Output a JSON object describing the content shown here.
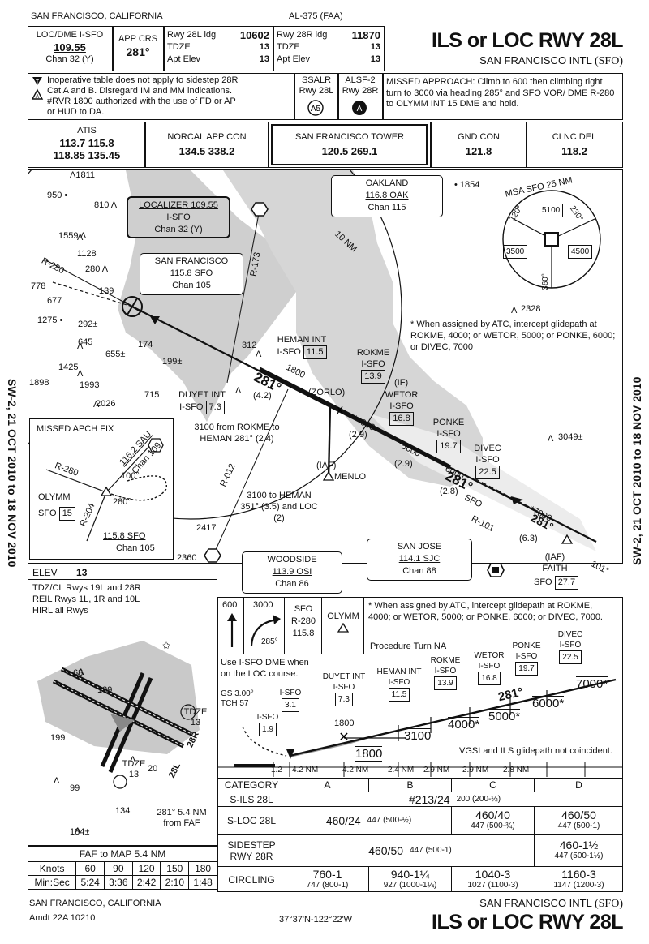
{
  "header": {
    "location": "SAN FRANCISCO, CALIFORNIA",
    "procedure_id": "AL-375 (FAA)",
    "loc_label": "LOC/DME I-SFO",
    "loc_freq": "109.55",
    "loc_chan": "Chan 32 (Y)",
    "app_crs_label": "APP CRS",
    "app_crs": "281°",
    "rwy28l_ldg_label": "Rwy 28L ldg",
    "rwy28l_ldg": "10602",
    "tdze_label": "TDZE",
    "tdze_28l": "13",
    "apt_elev_label": "Apt Elev",
    "apt_elev": "13",
    "rwy28r_ldg_label": "Rwy 28R ldg",
    "rwy28r_ldg": "11870",
    "tdze_28r": "13",
    "apt_elev_2": "13",
    "title": "ILS or LOC RWY 28L",
    "airport": "SAN FRANCISCO INTL",
    "airport_code": "(SFO)"
  },
  "notes": {
    "line1": "Inoperative table does not apply to sidestep 28R",
    "line2": "Cat A and B.  Disregard IM and MM indications.",
    "line3": "#RVR 1800 authorized with the use of FD or AP",
    "line4": "or HUD to DA.",
    "ssalr": "SSALR",
    "ssalr_rwy": "Rwy 28L",
    "alsf": "ALSF-2",
    "alsf_rwy": "Rwy 28R",
    "missed": "MISSED APPROACH: Climb to 600 then climbing right turn to 3000 via heading 285° and SFO VOR/ DME R-280 to OLYMM INT 15 DME and hold."
  },
  "comms": {
    "atis_label": "ATIS",
    "atis_1": "113.7  115.8",
    "atis_2": "118.85  135.45",
    "norcal_label": "NORCAL APP CON",
    "norcal": "134.5  338.2",
    "tower_label": "SAN FRANCISCO TOWER",
    "tower": "120.5  269.1",
    "gnd_label": "GND CON",
    "gnd": "121.8",
    "clnc_label": "CLNC DEL",
    "clnc": "118.2"
  },
  "planview": {
    "localizer_title": "LOCALIZER  109.55",
    "localizer_id": "I-SFO",
    "localizer_chan": "Chan 32 (Y)",
    "sf_title": "SAN FRANCISCO",
    "sf_freq": "115.8  SFO",
    "sf_chan": "Chan 105",
    "oakland_title": "OAKLAND",
    "oakland_freq": "116.8  OAK",
    "oakland_chan": "Chan 115",
    "msa_label": "MSA SFO 25 NM",
    "msa_5100": "5100",
    "msa_3500": "3500",
    "msa_4500": "4500",
    "msa_120": "120°",
    "msa_230": "230°",
    "msa_360": "360°",
    "ring": "10 NM",
    "note_atc": "* When assigned by ATC, intercept glidepath at ROKME, 4000; or WETOR, 5000; or PONKE, 6000; or DIVEC, 7000",
    "heman": "HEMAN INT",
    "heman_id": "I-SFO",
    "heman_dme": "11.5",
    "rokme": "ROKME",
    "rokme_id": "I-SFO",
    "rokme_dme": "13.9",
    "if_label": "(IF)",
    "wetor": "WETOR",
    "wetor_id": "I-SFO",
    "wetor_dme": "16.8",
    "ponke": "PONKE",
    "ponke_id": "I-SFO",
    "ponke_dme": "19.7",
    "divec": "DIVEC",
    "divec_id": "I-SFO",
    "divec_dme": "22.5",
    "duyet": "DUYET INT",
    "duyet_id": "I-SFO",
    "duyet_dme": "7.3",
    "zorlo": "(ZORLO)",
    "iaf_menlo": "(IAF)",
    "menlo": "MENLO",
    "rokme_heman": "3100 from ROKME to HEMAN 281° (2.4)",
    "heman_3100": "3100 to HEMAN 351° (3.5) and LOC (2)",
    "r173": "R-173",
    "r280": "R-280",
    "r012": "R-012",
    "r101": "R-101",
    "sfo_label": "SFO",
    "crs_281a": "281°",
    "crs_281b": "281°",
    "crs_281c": "281°",
    "dist_42": "(4.2)",
    "dist_29a": "(2.9)",
    "dist_29b": "(2.9)",
    "dist_28": "(2.8)",
    "dist_63": "(6.3)",
    "alt_1800": "1800",
    "alt_4000": "*4000",
    "alt_5000": "*5000",
    "alt_6000": "*6000",
    "alt_7000": "*7000",
    "woodside_title": "WOODSIDE",
    "woodside_freq": "113.9  OSI",
    "woodside_chan": "Chan 86",
    "sanjose_title": "SAN JOSE",
    "sanjose_freq": "114.1  SJC",
    "sanjose_chan": "Chan 88",
    "faith_iaf": "(IAF)",
    "faith": "FAITH",
    "faith_sfo": "SFO",
    "faith_dme": "27.7",
    "deg101": "101°",
    "missed_fix_title": "MISSED APCH FIX",
    "mf_freq": "116.2 SAU",
    "mf_chan": "Chan 109",
    "mf_r280": "R-280",
    "mf_olymm": "OLYMM",
    "mf_sfo": "SFO",
    "mf_dme": "15",
    "mf_r204": "R-204",
    "mf_100": "100°",
    "mf_280": "280°",
    "mf_sfo_freq": "115.8  SFO",
    "mf_sfo_chan": "Chan 105",
    "elevs": [
      "1811",
      "950",
      "810",
      "1559",
      "1128",
      "280",
      "778",
      "139",
      "677",
      "1275",
      "292±",
      "645",
      "1425",
      "655±",
      "1898",
      "1993",
      "2026",
      "715",
      "174",
      "199±",
      "312",
      "1854",
      "2328",
      "3049±",
      "2417",
      "2360"
    ],
    "side_text": "SW-2, 21 OCT 2010 to 18 NOV 2010"
  },
  "airport_diagram": {
    "elev_label": "ELEV",
    "elev": "13",
    "line1": "TDZ/CL Rwys 19L and 28R",
    "line2": "REIL Rwys 1L, 1R and 10L",
    "line3": "HIRL all Rwys",
    "tdze": "TDZE",
    "tdze_val": "13",
    "tdze2": "TDZE",
    "tdze2_val": "13",
    "fromfaf": "281° 5.4 NM from FAF",
    "elev_68": "68",
    "elev_199": "199",
    "elev_99": "99",
    "elev_134": "134",
    "elev_184": "184±",
    "elev_139": "139",
    "elev_20": "20",
    "rwy_28l": "28L",
    "rwy_28r": "28R"
  },
  "faf_table": {
    "title": "FAF to MAP  5.4 NM",
    "knots_label": "Knots",
    "knots": [
      "60",
      "90",
      "120",
      "150",
      "180"
    ],
    "min_label": "Min:Sec",
    "times": [
      "5:24",
      "3:36",
      "2:42",
      "2:10",
      "1:48"
    ]
  },
  "profile": {
    "alt_600": "600",
    "alt_3000": "3000",
    "deg_285": "285°",
    "sfo": "SFO",
    "r280": "R-280",
    "freq": "115.8",
    "olymm": "OLYMM",
    "note": "* When assigned by ATC, intercept glidepath at ROKME, 4000; or WETOR, 5000; or PONKE, 6000; or DIVEC, 7000.",
    "pt_na": "Procedure Turn NA",
    "use_dme": "Use I-SFO DME when on the LOC course.",
    "gs": "GS 3.00°",
    "tch": "TCH 57",
    "isfo_19": "I-SFO",
    "dme_19": "1.9",
    "isfo_31": "I-SFO",
    "dme_31": "3.1",
    "duyet": "DUYET INT",
    "duyet_id": "I-SFO",
    "duyet_dme": "7.3",
    "heman": "HEMAN INT",
    "heman_id": "I-SFO",
    "heman_dme": "11.5",
    "rokme": "ROKME",
    "rokme_id": "I-SFO",
    "rokme_dme": "13.9",
    "wetor": "WETOR",
    "wetor_id": "I-SFO",
    "wetor_dme": "16.8",
    "ponke": "PONKE",
    "ponke_id": "I-SFO",
    "ponke_dme": "19.7",
    "divec": "DIVEC",
    "divec_id": "I-SFO",
    "divec_dme": "22.5",
    "a1800": "1800",
    "a1800b": "1800",
    "a3100": "3100",
    "a4000": "4000*",
    "a5000": "5000*",
    "a6000": "6000*",
    "a7000": "7000*",
    "crs": "281°",
    "vgsi": "VGSI and ILS glidepath not coincident.",
    "dists": [
      "1.2",
      "4.2 NM",
      "4.2 NM",
      "2.4 NM",
      "2.9 NM",
      "2.9 NM",
      "2.8 NM"
    ]
  },
  "minimums": {
    "category": "CATEGORY",
    "cats": [
      "A",
      "B",
      "C",
      "D"
    ],
    "s_ils": "S-ILS 28L",
    "s_ils_main": "#213/24",
    "s_ils_sub": "200 (200-½)",
    "s_loc": "S-LOC 28L",
    "s_loc_ab": "460/24",
    "s_loc_ab_sub": "447 (500-½)",
    "s_loc_c": "460/40",
    "s_loc_c_sub": "447 (500-¾)",
    "s_loc_d": "460/50",
    "s_loc_d_sub": "447 (500-1)",
    "sidestep": "SIDESTEP",
    "sidestep_rwy": "RWY 28R",
    "side_abc": "460/50",
    "side_abc_sub": "447 (500-1)",
    "side_d": "460-1½",
    "side_d_sub": "447 (500-1½)",
    "circling": "CIRCLING",
    "circ_a": "760-1",
    "circ_a_sub": "747 (800-1)",
    "circ_b": "940-1¼",
    "circ_b_sub": "927 (1000-1¼)",
    "circ_c": "1040-3",
    "circ_c_sub": "1027 (1100-3)",
    "circ_d": "1160-3",
    "circ_d_sub": "1147 (1200-3)"
  },
  "footer": {
    "location": "SAN FRANCISCO, CALIFORNIA",
    "amdt": "Amdt 22A  10210",
    "coords": "37°37'N-122°22'W",
    "airport": "SAN FRANCISCO INTL",
    "airport_code": "(SFO)",
    "title": "ILS or LOC RWY 28L"
  }
}
